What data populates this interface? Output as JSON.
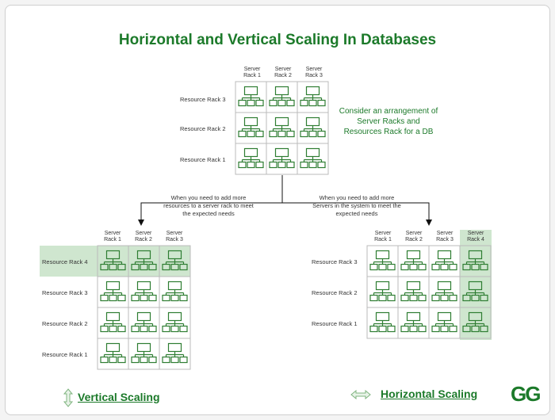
{
  "title": "Horizontal and Vertical Scaling In Databases",
  "note": "Consider an arrangement of Server Racks and Resources Rack for a DB",
  "arrow_vertical_text": "When you need to add more resources to a server rack to meet the expected needs",
  "arrow_horizontal_text": "When you need to add more Servers in the system to meet the expected needs",
  "server_racks": [
    "Server Rack 1",
    "Server Rack 2",
    "Server Rack 3",
    "Server Rack 4"
  ],
  "resource_racks": [
    "Resource Rack 1",
    "Resource Rack 2",
    "Resource Rack 3",
    "Resource Rack 4"
  ],
  "legend": {
    "vertical": "Vertical Scaling",
    "horizontal": "Horizontal Scaling"
  },
  "logo": "GG",
  "colors": {
    "green": "#1c7a2a",
    "highlight": "#cfe6cf",
    "icon": "#2e7d32"
  },
  "icons": [
    "server-network-icon",
    "vertical-arrow-icon",
    "horizontal-arrow-icon"
  ]
}
